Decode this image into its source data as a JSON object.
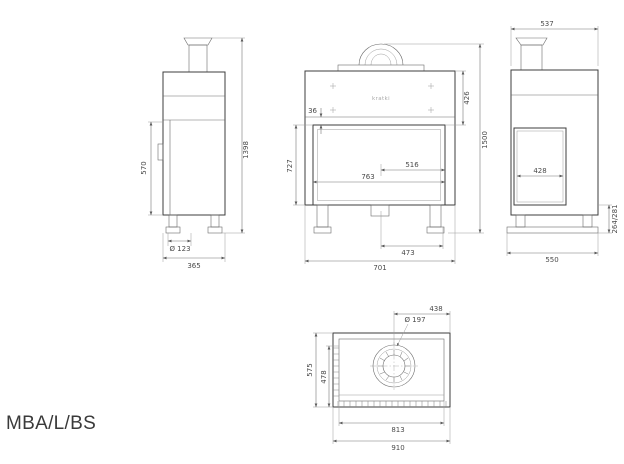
{
  "title": "MBA/L/BS",
  "brand_mark": "kratki",
  "dims": {
    "side": {
      "total_height": "1398",
      "glass_height": "570",
      "inlet_diameter": "Ø 123",
      "depth": "365"
    },
    "front": {
      "total_height": "1500",
      "hood_height": "426",
      "frame": "36",
      "door_height": "727",
      "glass_width": "763",
      "glass_width_inner": "516",
      "base_span": "473",
      "width": "701"
    },
    "right": {
      "top_depth": "537",
      "glass_depth": "428",
      "leg_height": "264/281",
      "base_depth": "550"
    },
    "top": {
      "flue_offset": "438",
      "flue_diameter": "Ø 197",
      "depth": "575",
      "inner_depth": "478",
      "inner_width": "813",
      "total_width": "910"
    }
  }
}
